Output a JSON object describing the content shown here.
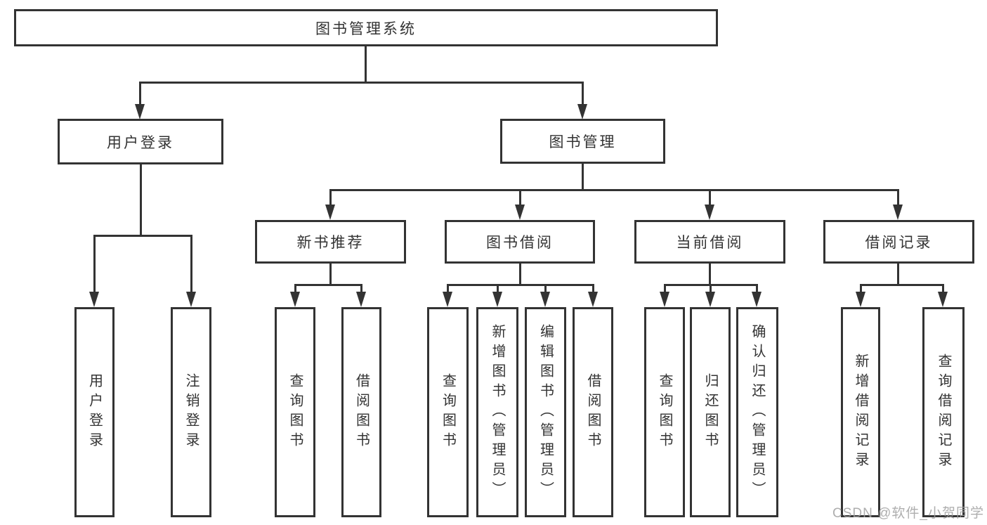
{
  "tree": {
    "root": "图书管理系统",
    "branches": [
      {
        "label": "用户登录",
        "children": [
          "用户登录",
          "注销登录"
        ]
      },
      {
        "label": "图书管理",
        "groups": [
          {
            "label": "新书推荐",
            "children": [
              "查询图书",
              "借阅图书"
            ]
          },
          {
            "label": "图书借阅",
            "children": [
              "查询图书",
              "新增图书（管理员）",
              "编辑图书（管理员）",
              "借阅图书"
            ]
          },
          {
            "label": "当前借阅",
            "children": [
              "查询图书",
              "归还图书",
              "确认归还（管理员）"
            ]
          },
          {
            "label": "借阅记录",
            "children": [
              "新增借阅记录",
              "查询借阅记录"
            ]
          }
        ]
      }
    ]
  },
  "watermark": {
    "text": "CSDN @软件_小贺同学"
  },
  "colors": {
    "line": "#333333",
    "box_border": "#333333",
    "text": "#333333",
    "watermark": "#a0a0a0",
    "background": "#ffffff"
  }
}
